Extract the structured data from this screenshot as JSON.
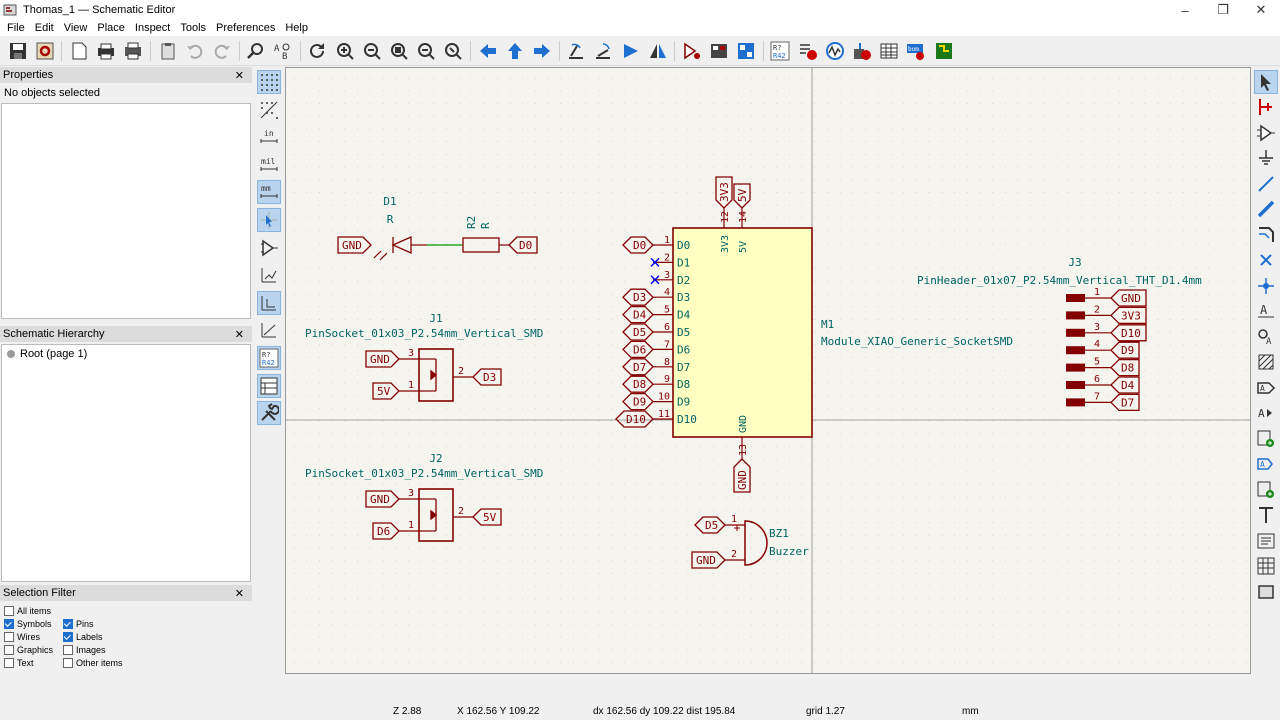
{
  "window": {
    "title": "Thomas_1 — Schematic Editor",
    "minimize": "–",
    "maximize": "❐",
    "close": "✕"
  },
  "menu": [
    "File",
    "Edit",
    "View",
    "Place",
    "Inspect",
    "Tools",
    "Preferences",
    "Help"
  ],
  "properties": {
    "title": "Properties",
    "close": "✕",
    "status": "No objects selected"
  },
  "hierarchy": {
    "title": "Schematic Hierarchy",
    "close": "✕",
    "root": "Root (page 1)"
  },
  "selection_filter": {
    "title": "Selection Filter",
    "close": "✕",
    "items": [
      {
        "label": "All items",
        "checked": false
      },
      {
        "label": "Symbols",
        "checked": true
      },
      {
        "label": "Pins",
        "checked": true
      },
      {
        "label": "Wires",
        "checked": false
      },
      {
        "label": "Labels",
        "checked": true
      },
      {
        "label": "Graphics",
        "checked": false
      },
      {
        "label": "Images",
        "checked": false
      },
      {
        "label": "Text",
        "checked": false
      },
      {
        "label": "Other items",
        "checked": false
      }
    ]
  },
  "status": {
    "zoom": "Z 2.88",
    "coords": "X 162.56  Y 109.22",
    "delta": "dx 162.56  dy 109.22  dist 195.84",
    "grid": "grid 1.27",
    "units": "mm"
  },
  "colors": {
    "symbol": "#840000",
    "symbol_fill": "#ffffc2",
    "field": "#006464",
    "wire": "#009600",
    "nc": "#0000ff",
    "canvas": "#f5f4ef"
  },
  "schematic": {
    "d1": {
      "ref": "D1",
      "value": "R",
      "gnd": "GND"
    },
    "r2": {
      "ref": "R2",
      "value": "R",
      "net": "D0"
    },
    "m1": {
      "ref": "M1",
      "value": "Module_XIAO_Generic_SocketSMD",
      "top_labels": [
        "3V3",
        "5V"
      ],
      "top_pins": [
        "12",
        "14"
      ],
      "top_names": [
        "3V3",
        "5V"
      ],
      "left_pins": [
        {
          "num": "1",
          "name": "D0",
          "label": "D0"
        },
        {
          "num": "2",
          "name": "D1",
          "label": ""
        },
        {
          "num": "3",
          "name": "D2",
          "label": ""
        },
        {
          "num": "4",
          "name": "D3",
          "label": "D3"
        },
        {
          "num": "5",
          "name": "D4",
          "label": "D4"
        },
        {
          "num": "6",
          "name": "D5",
          "label": "D5"
        },
        {
          "num": "7",
          "name": "D6",
          "label": "D6"
        },
        {
          "num": "8",
          "name": "D7",
          "label": "D7"
        },
        {
          "num": "9",
          "name": "D8",
          "label": "D8"
        },
        {
          "num": "10",
          "name": "D9",
          "label": "D9"
        },
        {
          "num": "11",
          "name": "D10",
          "label": "D10"
        }
      ],
      "bottom_pin": "13",
      "bottom_name": "GND",
      "bottom_label": "GND"
    },
    "j1": {
      "ref": "J1",
      "value": "PinSocket_01x03_P2.54mm_Vertical_SMD",
      "pins": [
        {
          "num": "3",
          "label": "GND"
        },
        {
          "num": "1",
          "label": "5V"
        },
        {
          "num": "2",
          "label": "D3"
        }
      ]
    },
    "j2": {
      "ref": "J2",
      "value": "PinSocket_01x03_P2.54mm_Vertical_SMD",
      "pins": [
        {
          "num": "3",
          "label": "GND"
        },
        {
          "num": "1",
          "label": "D6"
        },
        {
          "num": "2",
          "label": "5V"
        }
      ]
    },
    "j3": {
      "ref": "J3",
      "value": "PinHeader_01x07_P2.54mm_Vertical_THT_D1.4mm",
      "pins": [
        {
          "num": "1",
          "label": "GND"
        },
        {
          "num": "2",
          "label": "3V3"
        },
        {
          "num": "3",
          "label": "D10"
        },
        {
          "num": "4",
          "label": "D9"
        },
        {
          "num": "5",
          "label": "D8"
        },
        {
          "num": "6",
          "label": "D4"
        },
        {
          "num": "7",
          "label": "D7"
        }
      ]
    },
    "bz1": {
      "ref": "BZ1",
      "value": "Buzzer",
      "pins": [
        {
          "num": "1",
          "label": "D5"
        },
        {
          "num": "2",
          "label": "GND"
        }
      ]
    }
  }
}
